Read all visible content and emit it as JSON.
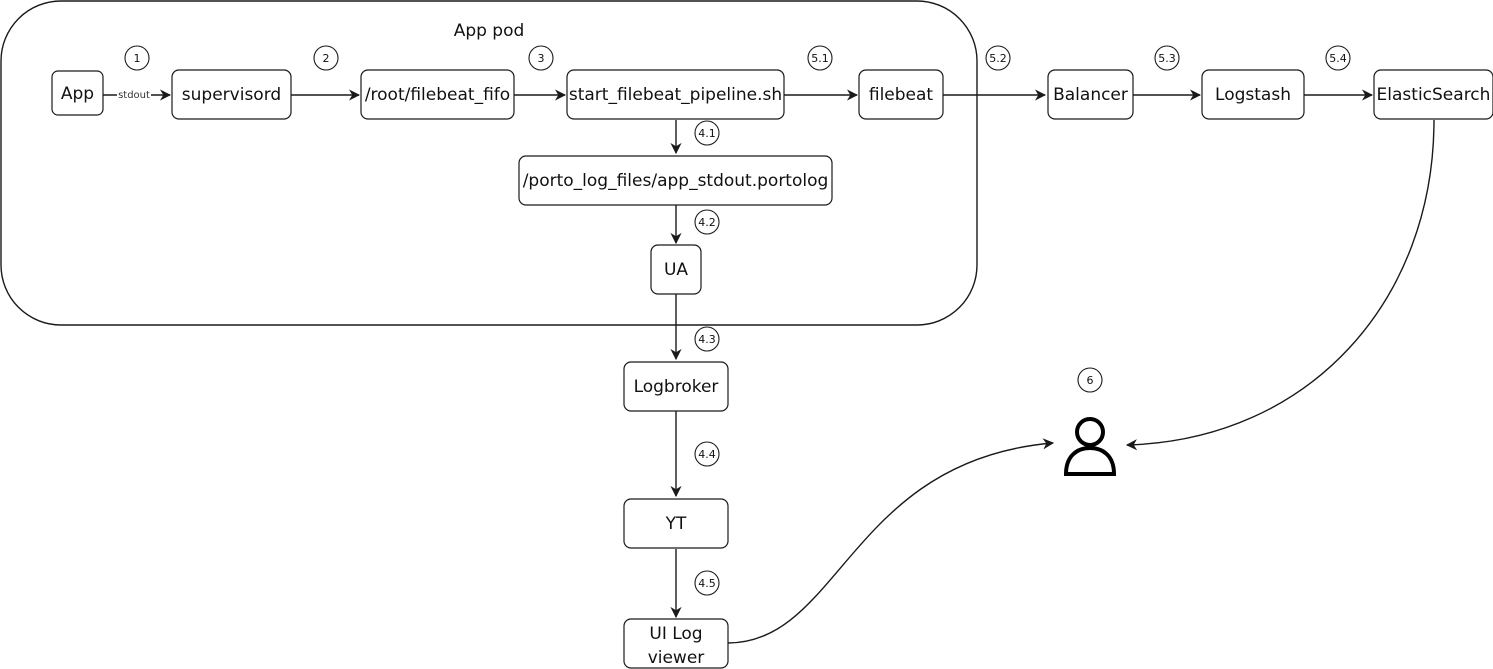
{
  "diagram": {
    "group": {
      "label": "App pod"
    },
    "nodes": {
      "app": "App",
      "supervisord": "supervisord",
      "fifo": "/root/filebeat_fifo",
      "pipeline": "start_filebeat_pipeline.sh",
      "filebeat": "filebeat",
      "balancer": "Balancer",
      "logstash": "Logstash",
      "elasticsearch": "ElasticSearch",
      "portolog": "/porto_log_files/app_stdout.portolog",
      "ua": "UA",
      "logbroker": "Logbroker",
      "yt": "YT",
      "ui_viewer_line1": "UI Log",
      "ui_viewer_line2": "viewer"
    },
    "edge_labels": {
      "app_to_supervisord": "stdout"
    },
    "steps": {
      "s1": "1",
      "s2": "2",
      "s3": "3",
      "s4_1": "4.1",
      "s4_2": "4.2",
      "s4_3": "4.3",
      "s4_4": "4.4",
      "s4_5": "4.5",
      "s5_1": "5.1",
      "s5_2": "5.2",
      "s5_3": "5.3",
      "s5_4": "5.4",
      "s6": "6"
    },
    "actor": {
      "icon": "user-icon"
    }
  }
}
